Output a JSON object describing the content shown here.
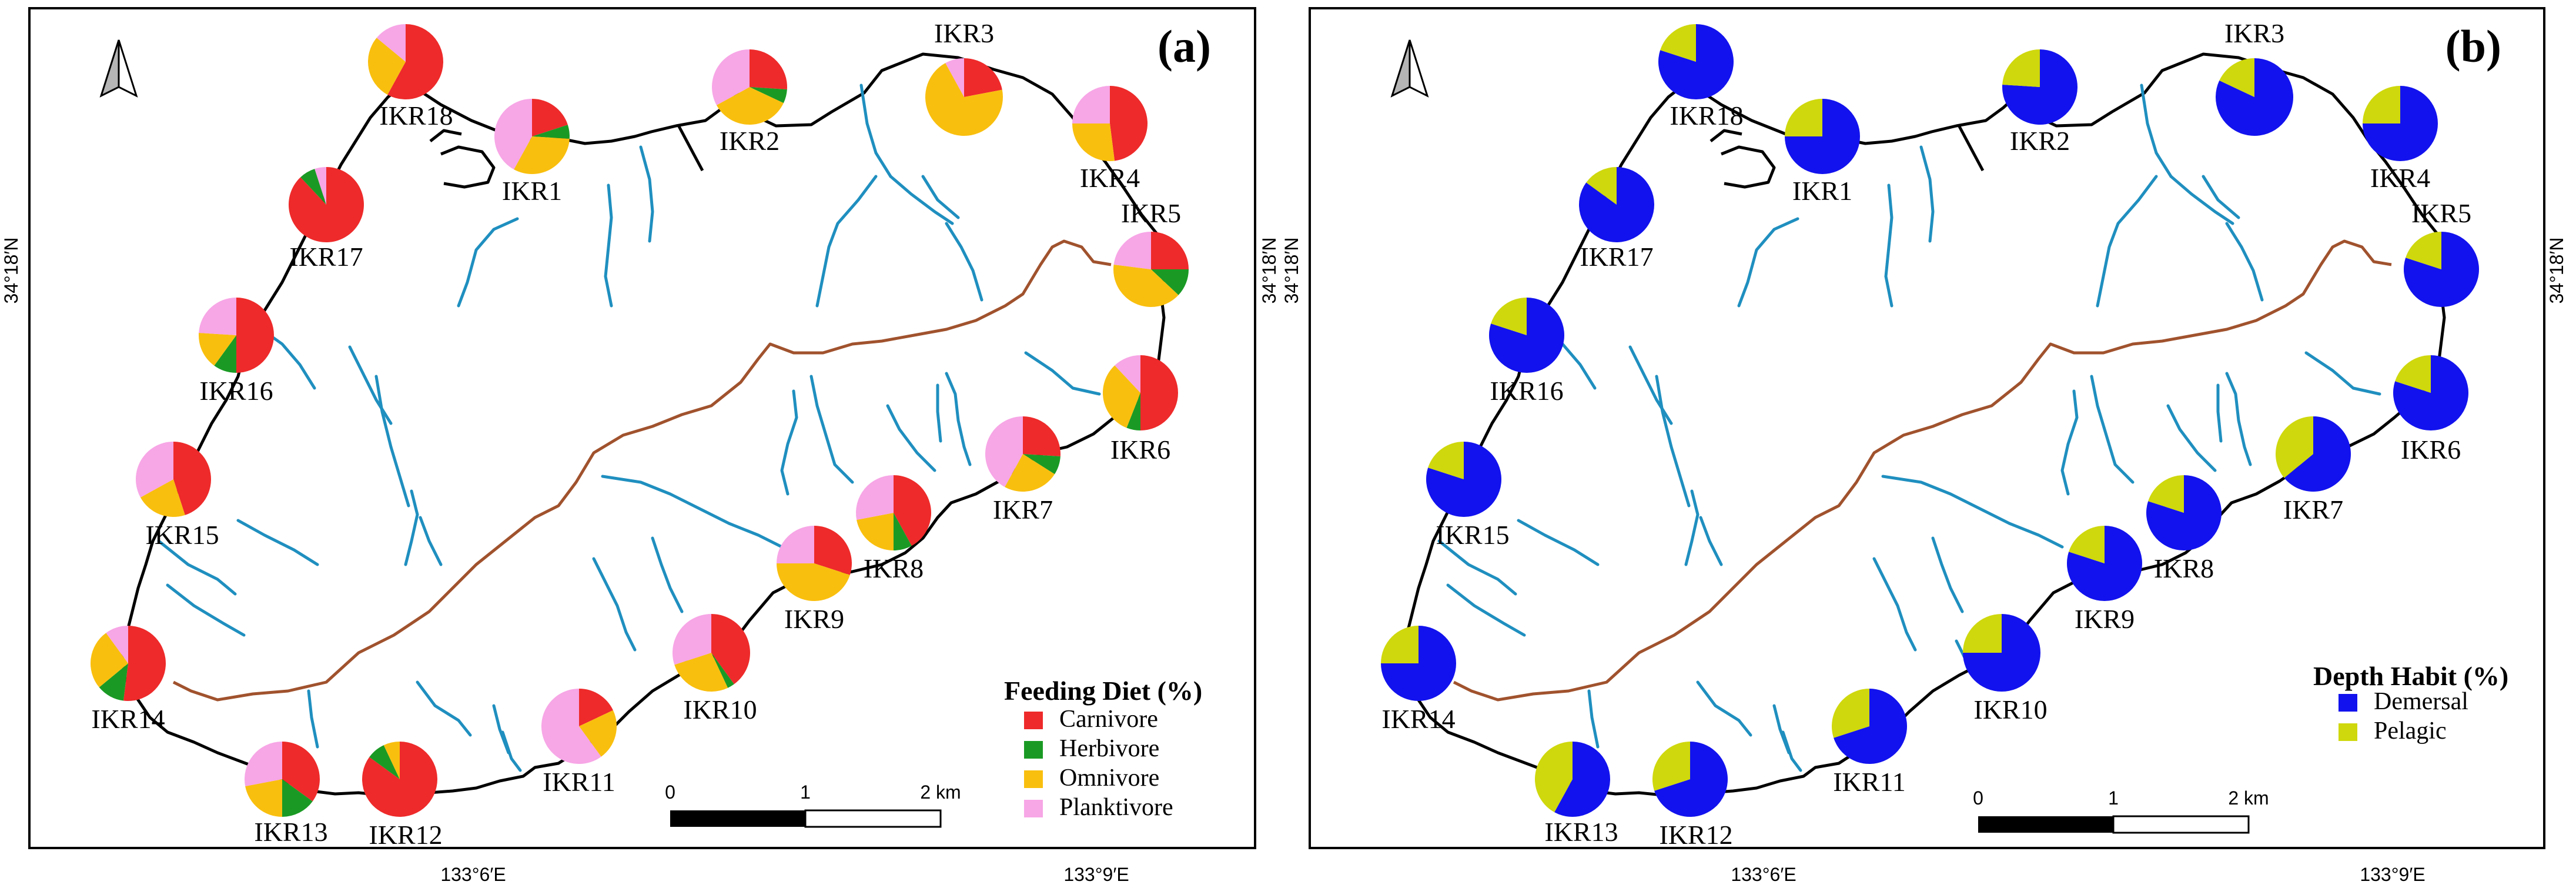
{
  "colors": {
    "carnivore": "#ee2a2a",
    "herbivore": "#1a9a24",
    "omnivore": "#f9bf0e",
    "planktivore": "#f7a6e6",
    "demersal": "#1212ee",
    "pelagic": "#cfd80c",
    "river": "#1f8fbf",
    "divide": "#a0522d"
  },
  "coordinates": {
    "lat_label": "34°18′N",
    "lon_label_west": "133°6′E",
    "lon_label_east": "133°9′E"
  },
  "scale_bar": {
    "labels": [
      "0",
      "1",
      "2 km"
    ]
  },
  "panels": [
    {
      "letter": "(a)",
      "legend_title": "Feeding Diet (%)",
      "categories": [
        {
          "name": "Carnivore",
          "color_key": "carnivore"
        },
        {
          "name": "Herbivore",
          "color_key": "herbivore"
        },
        {
          "name": "Omnivore",
          "color_key": "omnivore"
        },
        {
          "name": "Planktivore",
          "color_key": "planktivore"
        }
      ]
    },
    {
      "letter": "(b)",
      "legend_title": "Depth Habit (%)",
      "categories": [
        {
          "name": "Demersal",
          "color_key": "demersal"
        },
        {
          "name": "Pelagic",
          "color_key": "pelagic"
        }
      ]
    }
  ],
  "chart_data": [
    {
      "type": "pie",
      "title": "Feeding Diet (%)",
      "categories": [
        "Carnivore",
        "Herbivore",
        "Omnivore",
        "Planktivore"
      ],
      "sites": [
        {
          "label": "IKR1",
          "values": [
            20,
            6,
            32,
            42
          ]
        },
        {
          "label": "IKR2",
          "values": [
            26,
            6,
            35,
            33
          ]
        },
        {
          "label": "IKR3",
          "values": [
            22,
            0,
            70,
            8
          ]
        },
        {
          "label": "IKR4",
          "values": [
            48,
            0,
            27,
            25
          ]
        },
        {
          "label": "IKR5",
          "values": [
            25,
            12,
            40,
            23
          ]
        },
        {
          "label": "IKR6",
          "values": [
            50,
            6,
            32,
            12
          ]
        },
        {
          "label": "IKR7",
          "values": [
            26,
            8,
            24,
            42
          ]
        },
        {
          "label": "IKR8",
          "values": [
            42,
            8,
            22,
            28
          ]
        },
        {
          "label": "IKR9",
          "values": [
            30,
            0,
            45,
            25
          ]
        },
        {
          "label": "IKR10",
          "values": [
            40,
            3,
            27,
            30
          ]
        },
        {
          "label": "IKR11",
          "values": [
            18,
            0,
            22,
            60
          ]
        },
        {
          "label": "IKR12",
          "values": [
            85,
            8,
            7,
            0
          ]
        },
        {
          "label": "IKR13",
          "values": [
            35,
            15,
            22,
            28
          ]
        },
        {
          "label": "IKR14",
          "values": [
            52,
            12,
            26,
            10
          ]
        },
        {
          "label": "IKR15",
          "values": [
            45,
            0,
            22,
            33
          ]
        },
        {
          "label": "IKR16",
          "values": [
            50,
            10,
            16,
            24
          ]
        },
        {
          "label": "IKR17",
          "values": [
            88,
            7,
            0,
            5
          ]
        },
        {
          "label": "IKR18",
          "values": [
            58,
            0,
            28,
            14
          ]
        }
      ]
    },
    {
      "type": "pie",
      "title": "Depth Habit (%)",
      "categories": [
        "Demersal",
        "Pelagic"
      ],
      "sites": [
        {
          "label": "IKR1",
          "values": [
            75,
            25
          ]
        },
        {
          "label": "IKR2",
          "values": [
            76,
            24
          ]
        },
        {
          "label": "IKR3",
          "values": [
            82,
            18
          ]
        },
        {
          "label": "IKR4",
          "values": [
            75,
            25
          ]
        },
        {
          "label": "IKR5",
          "values": [
            80,
            20
          ]
        },
        {
          "label": "IKR6",
          "values": [
            80,
            20
          ]
        },
        {
          "label": "IKR7",
          "values": [
            64,
            36
          ]
        },
        {
          "label": "IKR8",
          "values": [
            80,
            20
          ]
        },
        {
          "label": "IKR9",
          "values": [
            80,
            20
          ]
        },
        {
          "label": "IKR10",
          "values": [
            75,
            25
          ]
        },
        {
          "label": "IKR11",
          "values": [
            70,
            30
          ]
        },
        {
          "label": "IKR12",
          "values": [
            70,
            30
          ]
        },
        {
          "label": "IKR13",
          "values": [
            58,
            42
          ]
        },
        {
          "label": "IKR14",
          "values": [
            75,
            25
          ]
        },
        {
          "label": "IKR15",
          "values": [
            80,
            20
          ]
        },
        {
          "label": "IKR16",
          "values": [
            80,
            20
          ]
        },
        {
          "label": "IKR17",
          "values": [
            85,
            15
          ]
        },
        {
          "label": "IKR18",
          "values": [
            80,
            20
          ]
        }
      ]
    }
  ]
}
